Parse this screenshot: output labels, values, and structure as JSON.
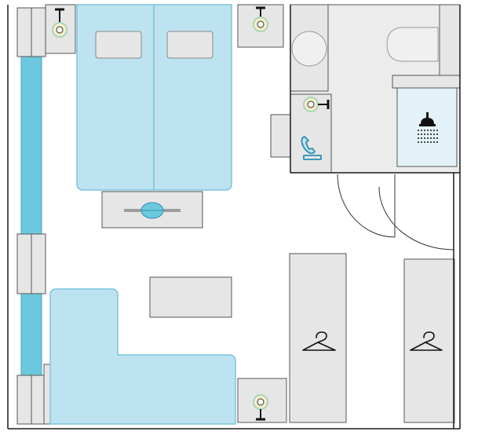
{
  "floorplan": {
    "colors": {
      "wall": "#1a1a1a",
      "furniture_fill": "#e6e6e6",
      "furniture_stroke": "#555555",
      "bed_fill": "#bde3f0",
      "bed_stroke": "#7cc5dc",
      "window_fill": "#6cc9dd",
      "shower_fill": "#e3f2f8",
      "lamp_ring": "#a8d5ba",
      "lamp_fill": "#f6efc8",
      "phone_blue": "#2b8fb3",
      "floor": "#ffffff"
    },
    "icons": [
      "lamp-icon",
      "hanger-icon",
      "shower-icon",
      "phone-icon"
    ],
    "rooms": [
      "bedroom",
      "bathroom",
      "closet"
    ]
  }
}
